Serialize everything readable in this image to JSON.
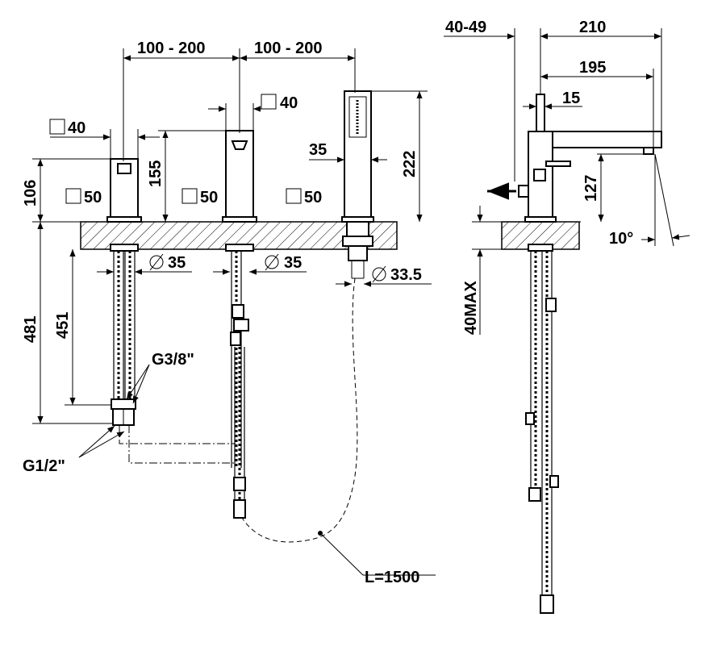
{
  "dimensions": {
    "spacing_left": "100 - 200",
    "spacing_right": "100 - 200",
    "sq40_left": "40",
    "sq40_mid": "40",
    "sq50_a": "50",
    "sq50_b": "50",
    "sq50_c": "50",
    "h106": "106",
    "h155": "155",
    "h222": "222",
    "w35": "35",
    "h481": "481",
    "h451": "451",
    "dia35_a": "35",
    "dia35_b": "35",
    "dia33_5": "33.5",
    "thread_g38": "G3/8\"",
    "thread_g12": "G1/2\"",
    "hose_length": "L=1500",
    "off40_49": "40-49",
    "w210": "210",
    "w195": "195",
    "w15": "15",
    "h127": "127",
    "angle10": "10°",
    "max40": "40MAX"
  }
}
